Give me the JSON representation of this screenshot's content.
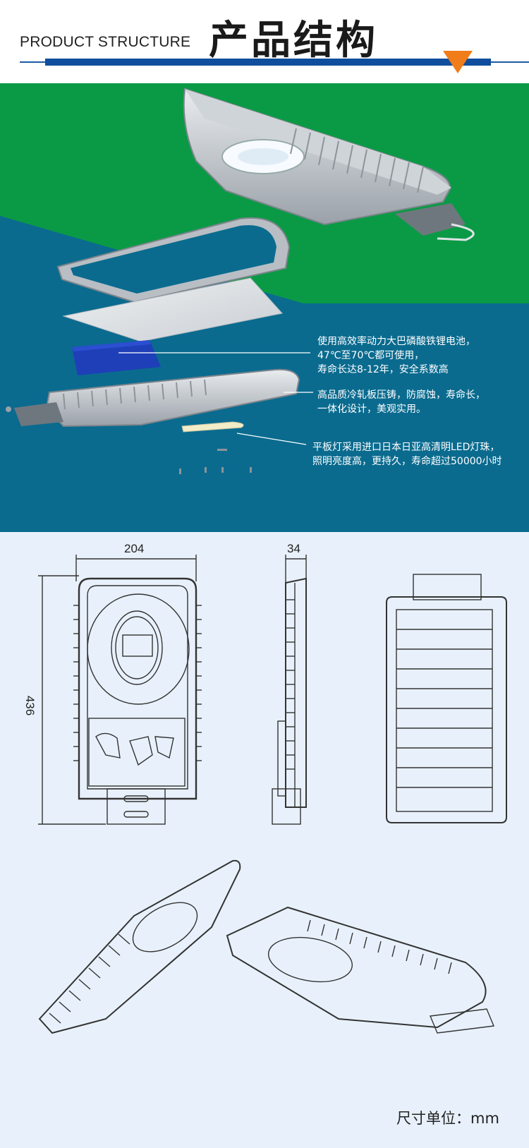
{
  "header": {
    "title_en": "PRODUCT STRUCTURE",
    "title_cn": "产品结构"
  },
  "colors": {
    "green": "#0a9a45",
    "teal": "#0a6b8f",
    "navy": "#0f4e9c",
    "orange": "#f07d1a",
    "light_bg": "#e8f1fb"
  },
  "annotations": [
    {
      "lines": [
        "使用高效率动力大巴磷酸铁锂电池，",
        "47℃至70℃都可使用，",
        "寿命长达8-12年，安全系数高"
      ]
    },
    {
      "lines": [
        "高品质冷轧板压铸，防腐蚀，寿命长，",
        "一体化设计，美观实用。"
      ]
    },
    {
      "lines": [
        "平板灯采用进口日本日亚高清明LED灯珠，",
        "照明亮度高，更持久，寿命超过50000小时"
      ]
    }
  ],
  "dimensions": {
    "width": "204",
    "depth": "34",
    "length": "436"
  },
  "unit_label": "尺寸单位：mm"
}
